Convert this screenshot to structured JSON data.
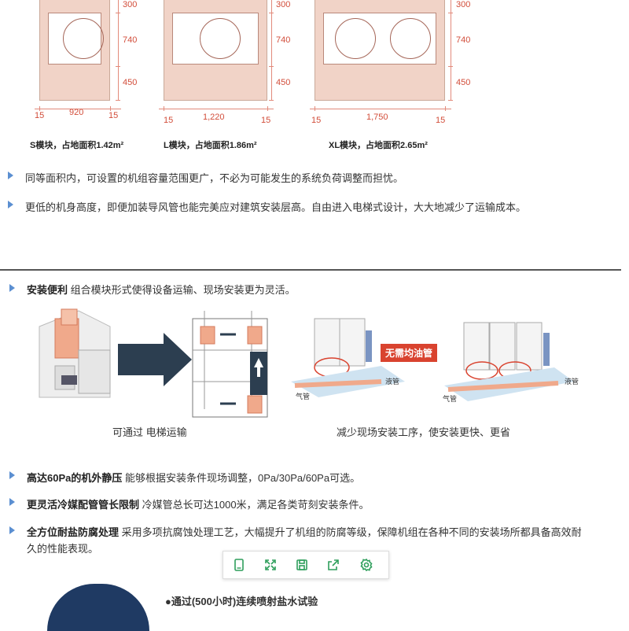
{
  "modules": [
    {
      "name": "S模块，占地面积1.42m²",
      "width_label": "920",
      "side_left": "15",
      "side_right": "15",
      "dims": [
        "300",
        "740",
        "450"
      ],
      "fans": 1
    },
    {
      "name": "L模块，占地面积1.86m²",
      "width_label": "1,220",
      "side_left": "15",
      "side_right": "15",
      "dims": [
        "300",
        "740",
        "450"
      ],
      "fans": 1
    },
    {
      "name": "XL模块，占地面积2.65m²",
      "width_label": "1,750",
      "side_left": "15",
      "side_right": "15",
      "dims": [
        "300",
        "740",
        "450"
      ],
      "fans": 2
    }
  ],
  "benefits_top": [
    "同等面积内，可设置的机组容量范围更广，不必为可能发生的系统负荷调整而担忧。",
    "更低的机身高度，即便加装导风管也能完美应对建筑安装层高。自由进入电梯式设计，大大地减少了运输成本。"
  ],
  "install": {
    "title": "安装便利",
    "desc": "组合模块形式使得设备运输、现场安装更为灵活。",
    "caption_left": "可通过 电梯运输",
    "caption_right": "减少现场安装工序，使安装更快、更省",
    "tag": "无需均油管",
    "liquid_pipe": "液管",
    "gas_pipe": "气管"
  },
  "features": [
    {
      "title": "高达60Pa的机外静压",
      "desc": "能够根据安装条件现场调整，0Pa/30Pa/60Pa可选。"
    },
    {
      "title": "更灵活冷媒配管管长限制",
      "desc": "冷媒管总长可达1000米，满足各类苛刻安装条件。"
    },
    {
      "title": "全方位耐盐防腐处理",
      "desc": "采用多项抗腐蚀处理工艺，大幅提升了机组的防腐等级，保障机组在各种不同的安装场所都具备高效耐久的性能表现。"
    }
  ],
  "bottom_text": "●通过(500小时)连续喷射盐水试验",
  "toolbar_icons": [
    "frame-icon",
    "expand-icon",
    "save-icon",
    "share-icon",
    "settings-icon"
  ]
}
